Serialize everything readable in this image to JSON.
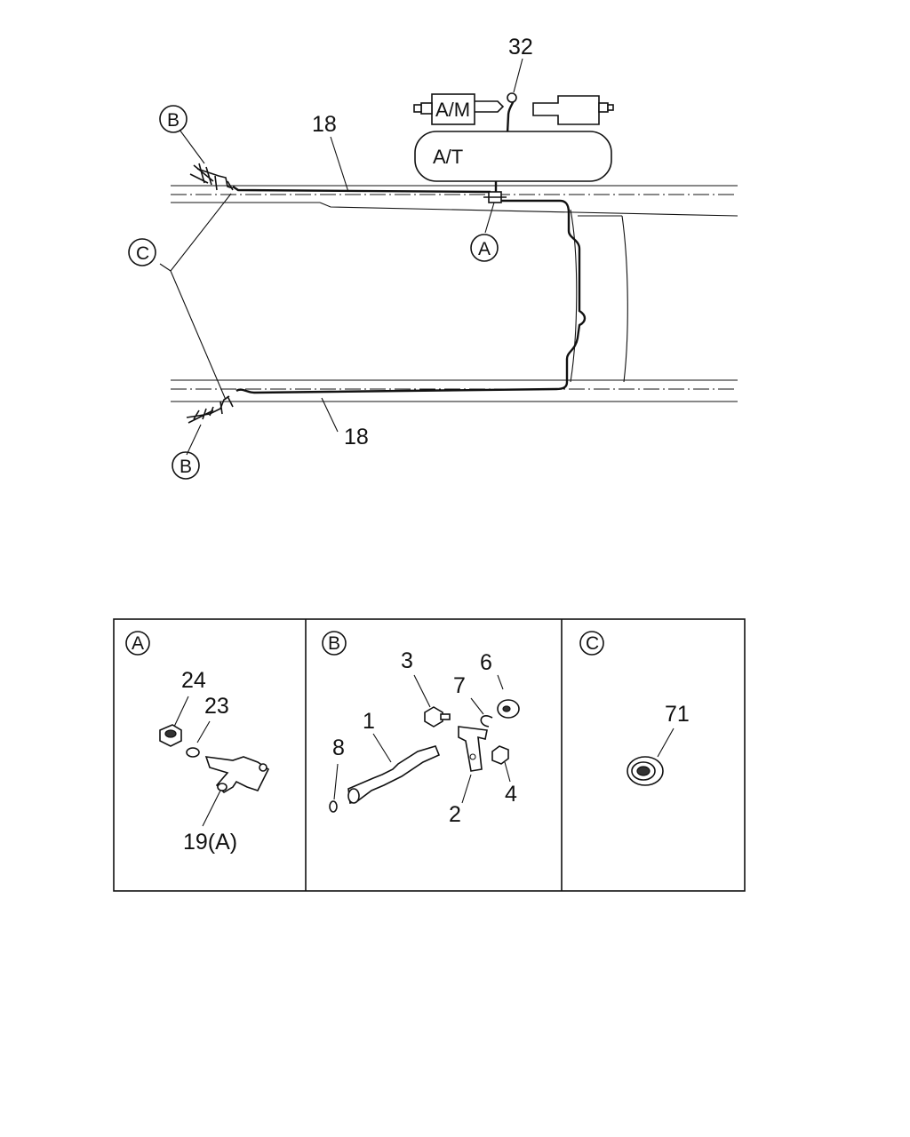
{
  "main_view": {
    "top_pipe_label": "18",
    "bottom_pipe_label": "18",
    "hose_label": "32",
    "component_am": "A/M",
    "component_at": "A/T",
    "callout_a": "A",
    "callout_b_top": "B",
    "callout_b_bottom": "B",
    "callout_c": "C"
  },
  "detail_boxes": [
    {
      "id": "A",
      "parts": [
        "24",
        "23",
        "19(A)"
      ]
    },
    {
      "id": "B",
      "parts": [
        "3",
        "6",
        "7",
        "1",
        "8",
        "2",
        "4"
      ]
    },
    {
      "id": "C",
      "parts": [
        "71"
      ]
    }
  ]
}
